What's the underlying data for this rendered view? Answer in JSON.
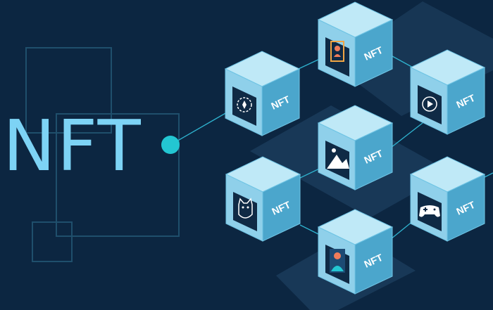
{
  "title": "NFT",
  "cube_label": "NFT",
  "colors": {
    "background": "#0c2641",
    "title": "#7dd3f5",
    "dot": "#23c6d2",
    "line": "#2fb3cf",
    "cube_top": "#bfe9f7",
    "cube_front": "#8fd0ea",
    "cube_side": "#4ba6cc",
    "cube_edge": "#6fc4e4",
    "panel": "#1b3c5c",
    "outline": "#1f4f6c"
  },
  "cubes": [
    {
      "name": "cube-portrait-frame",
      "icon": "portrait-frame-icon"
    },
    {
      "name": "cube-compass",
      "icon": "compass-icon"
    },
    {
      "name": "cube-play",
      "icon": "play-icon"
    },
    {
      "name": "cube-landscape",
      "icon": "landscape-image-icon"
    },
    {
      "name": "cube-cat",
      "icon": "cat-icon"
    },
    {
      "name": "cube-gamepad",
      "icon": "gamepad-icon"
    },
    {
      "name": "cube-person",
      "icon": "person-icon"
    }
  ]
}
